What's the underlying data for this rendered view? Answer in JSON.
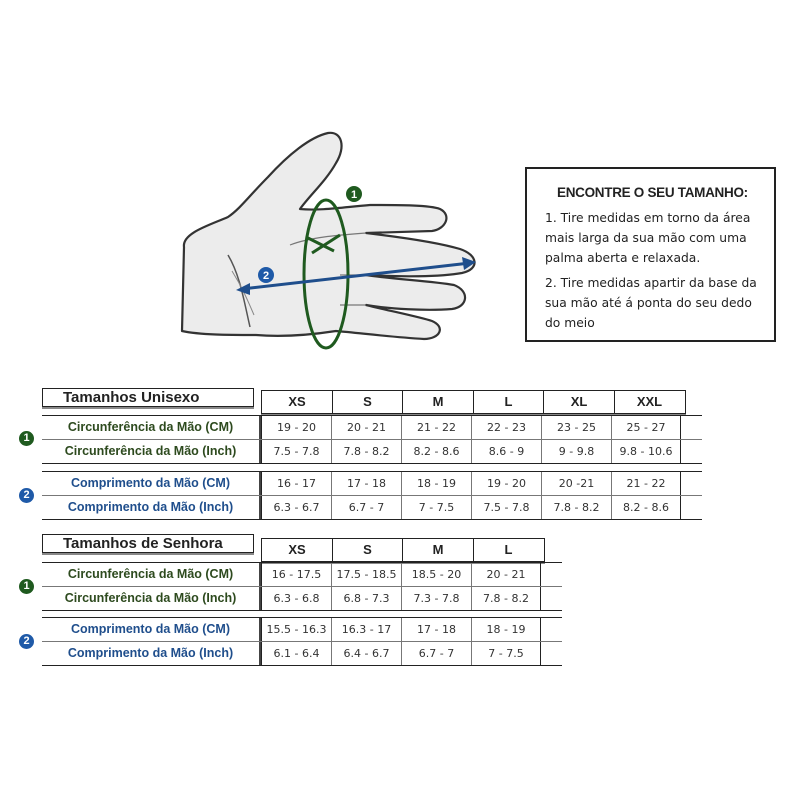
{
  "instructions": {
    "title": "ENCONTRE O SEU TAMANHO:",
    "step1": "1. Tire medidas em torno da área mais larga da sua mão com uma palma aberta e relaxada.",
    "step2": "2. Tire medidas apartir da base da sua mão até á ponta do seu dedo do meio"
  },
  "markers": {
    "one": "1",
    "two": "2"
  },
  "colors": {
    "green": "#1f5a1f",
    "blue": "#1f5aa8",
    "hand_fill": "#ececec"
  },
  "unisex": {
    "title": "Tamanhos Unisexo",
    "sizes": [
      "XS",
      "S",
      "M",
      "L",
      "XL",
      "XXL"
    ],
    "circ_cm_label": "Circunferência da Mão (CM)",
    "circ_cm": [
      "19 - 20",
      "20 - 21",
      "21 - 22",
      "22 - 23",
      "23 - 25",
      "25 - 27"
    ],
    "circ_inch_label": "Circunferência da Mão (Inch)",
    "circ_inch": [
      "7.5 - 7.8",
      "7.8 - 8.2",
      "8.2 - 8.6",
      "8.6 - 9",
      "9 - 9.8",
      "9.8 - 10.6"
    ],
    "len_cm_label": "Comprimento da Mão (CM)",
    "len_cm": [
      "16 - 17",
      "17 - 18",
      "18 - 19",
      "19 - 20",
      "20 -21",
      "21 - 22"
    ],
    "len_inch_label": "Comprimento da Mão (Inch)",
    "len_inch": [
      "6.3 - 6.7",
      "6.7 - 7",
      "7 - 7.5",
      "7.5 - 7.8",
      "7.8 - 8.2",
      "8.2 - 8.6"
    ]
  },
  "ladies": {
    "title": "Tamanhos de Senhora",
    "sizes": [
      "XS",
      "S",
      "M",
      "L"
    ],
    "circ_cm_label": "Circunferência da Mão (CM)",
    "circ_cm": [
      "16 - 17.5",
      "17.5 - 18.5",
      "18.5 - 20",
      "20 - 21"
    ],
    "circ_inch_label": "Circunferência da Mão (Inch)",
    "circ_inch": [
      "6.3 - 6.8",
      "6.8 - 7.3",
      "7.3 - 7.8",
      "7.8 - 8.2"
    ],
    "len_cm_label": "Comprimento da Mão (CM)",
    "len_cm": [
      "15.5 - 16.3",
      "16.3 - 17",
      "17 - 18",
      "18 - 19"
    ],
    "len_inch_label": "Comprimento da Mão (Inch)",
    "len_inch": [
      "6.1 - 6.4",
      "6.4 - 6.7",
      "6.7 - 7",
      "7 - 7.5"
    ]
  }
}
